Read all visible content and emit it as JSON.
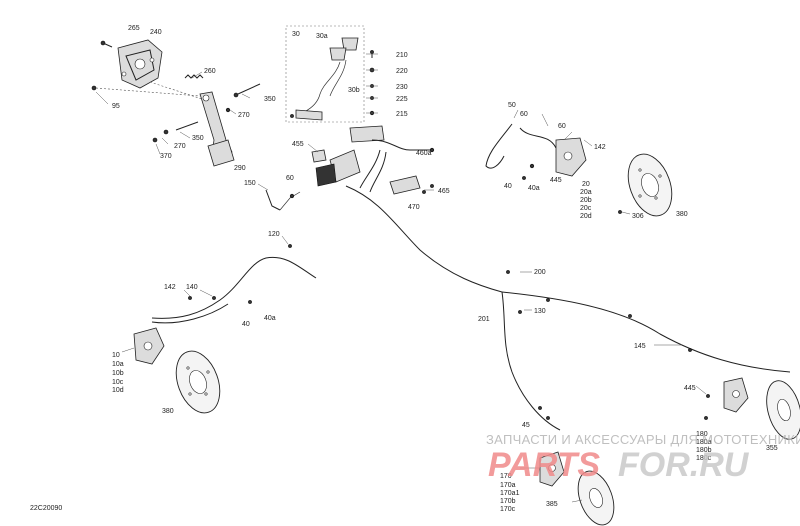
{
  "diagram_code": "22C20090",
  "watermark": {
    "caption": "ЗАПЧАСТИ И АКСЕССУАРЫ ДЛЯ МОТОТЕХНИКИ",
    "logo_part_1": "PARTS",
    "logo_part_2": "FOR.RU"
  },
  "labels": {
    "l265": "265",
    "l240": "240",
    "l95": "95",
    "l260": "260",
    "l350a": "350",
    "l270a": "270",
    "l350b": "350",
    "l270b": "270",
    "l370": "370",
    "l290": "290",
    "l150": "150",
    "l60a": "60",
    "l30": "30",
    "l30a": "30a",
    "l30b": "30b",
    "l210": "210",
    "l220": "220",
    "l230": "230",
    "l225": "225",
    "l215": "215",
    "l455": "455",
    "l460a": "460a",
    "l465": "465",
    "l470": "470",
    "l50": "50",
    "l60b": "60",
    "l60c": "60",
    "l142a": "142",
    "l40a": "40",
    "l40b": "40a",
    "l445a": "445",
    "l20": "20",
    "l20a": "20a",
    "l20b": "20b",
    "l20c": "20c",
    "l20d": "20d",
    "l306": "306",
    "l380a": "380",
    "l120": "120",
    "l142b": "142",
    "l140": "140",
    "l40c": "40",
    "l40d": "40a",
    "l10": "10",
    "l10a": "10a",
    "l10b": "10b",
    "l10c": "10c",
    "l10d": "10d",
    "l380b": "380",
    "l200": "200",
    "l201": "201",
    "l130": "130",
    "l145": "145",
    "l445b": "445",
    "l45": "45",
    "l180": "180",
    "l180a": "180a",
    "l180b": "180b",
    "l180c": "180c",
    "l355": "355",
    "l170": "170",
    "l170a": "170a",
    "l170a1": "170a1",
    "l170b": "170b",
    "l170c": "170c",
    "l385": "385"
  }
}
